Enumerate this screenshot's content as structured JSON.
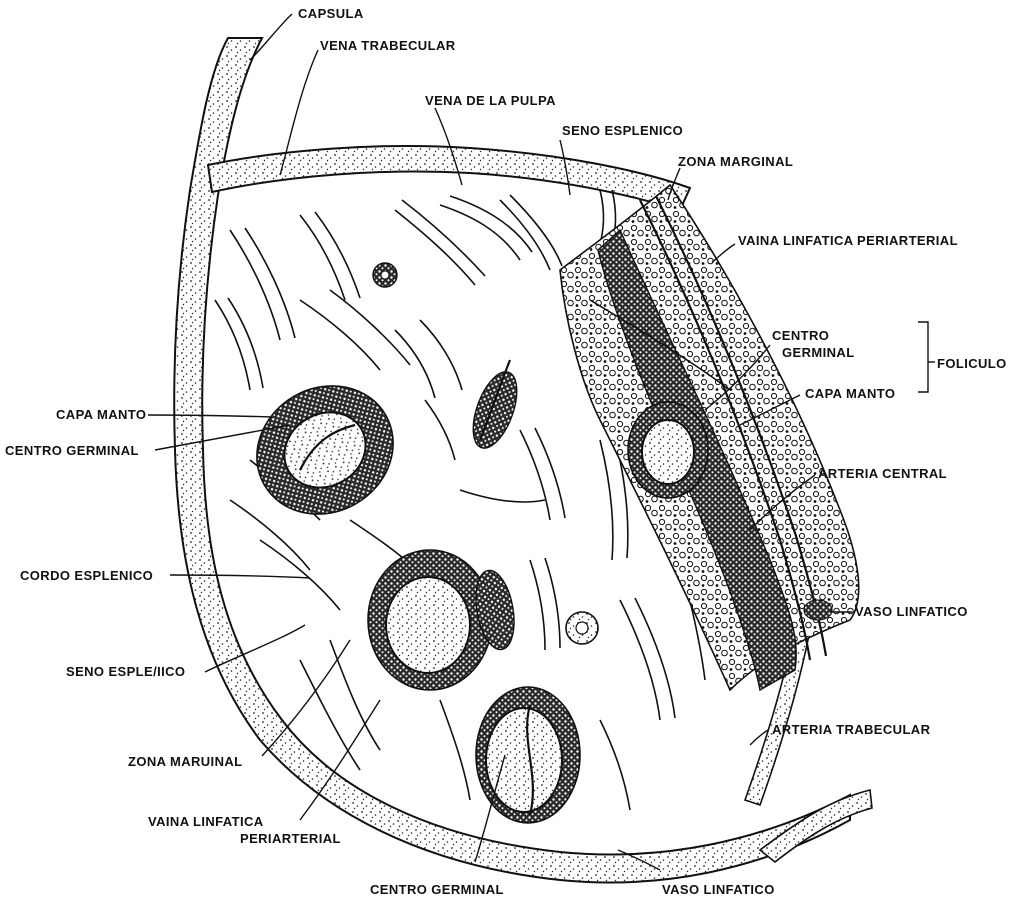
{
  "labels": {
    "capsula": "CAPSULA",
    "vena_trabecular": "VENA TRABECULAR",
    "vena_de_la_pulpa": "VENA DE LA PULPA",
    "seno_esplenico_top": "SENO ESPLENICO",
    "zona_marginal_right": "ZONA MARGINAL",
    "vaina_linfatica_right": "VAINA LINFATICA PERIARTERIAL",
    "centro_germinal_right_1": "CENTRO",
    "centro_germinal_right_2": "GERMINAL",
    "foliculo": "FOLICULO",
    "capa_manto_right": "CAPA MANTO",
    "arteria_central": "ARTERIA CENTRAL",
    "vaso_linfatico_right": "VASO LINFATICO",
    "arteria_trabecular": "ARTERIA TRABECULAR",
    "vaso_linfatico_bottom": "VASO LINFATICO",
    "centro_germinal_bottom": "CENTRO GERMINAL",
    "vaina_linfatica_bottom_1": "VAINA LINFATICA",
    "vaina_linfatica_bottom_2": "PERIARTERIAL",
    "zona_marginal_left": "ZONA MARUINAL",
    "seno_esplenico_left": "SENO ESPLE/IICO",
    "cordo_esplenico": "CORDO ESPLENICO",
    "centro_germinal_left": "CENTRO GERMINAL",
    "capa_manto_left": "CAPA MANTO"
  }
}
